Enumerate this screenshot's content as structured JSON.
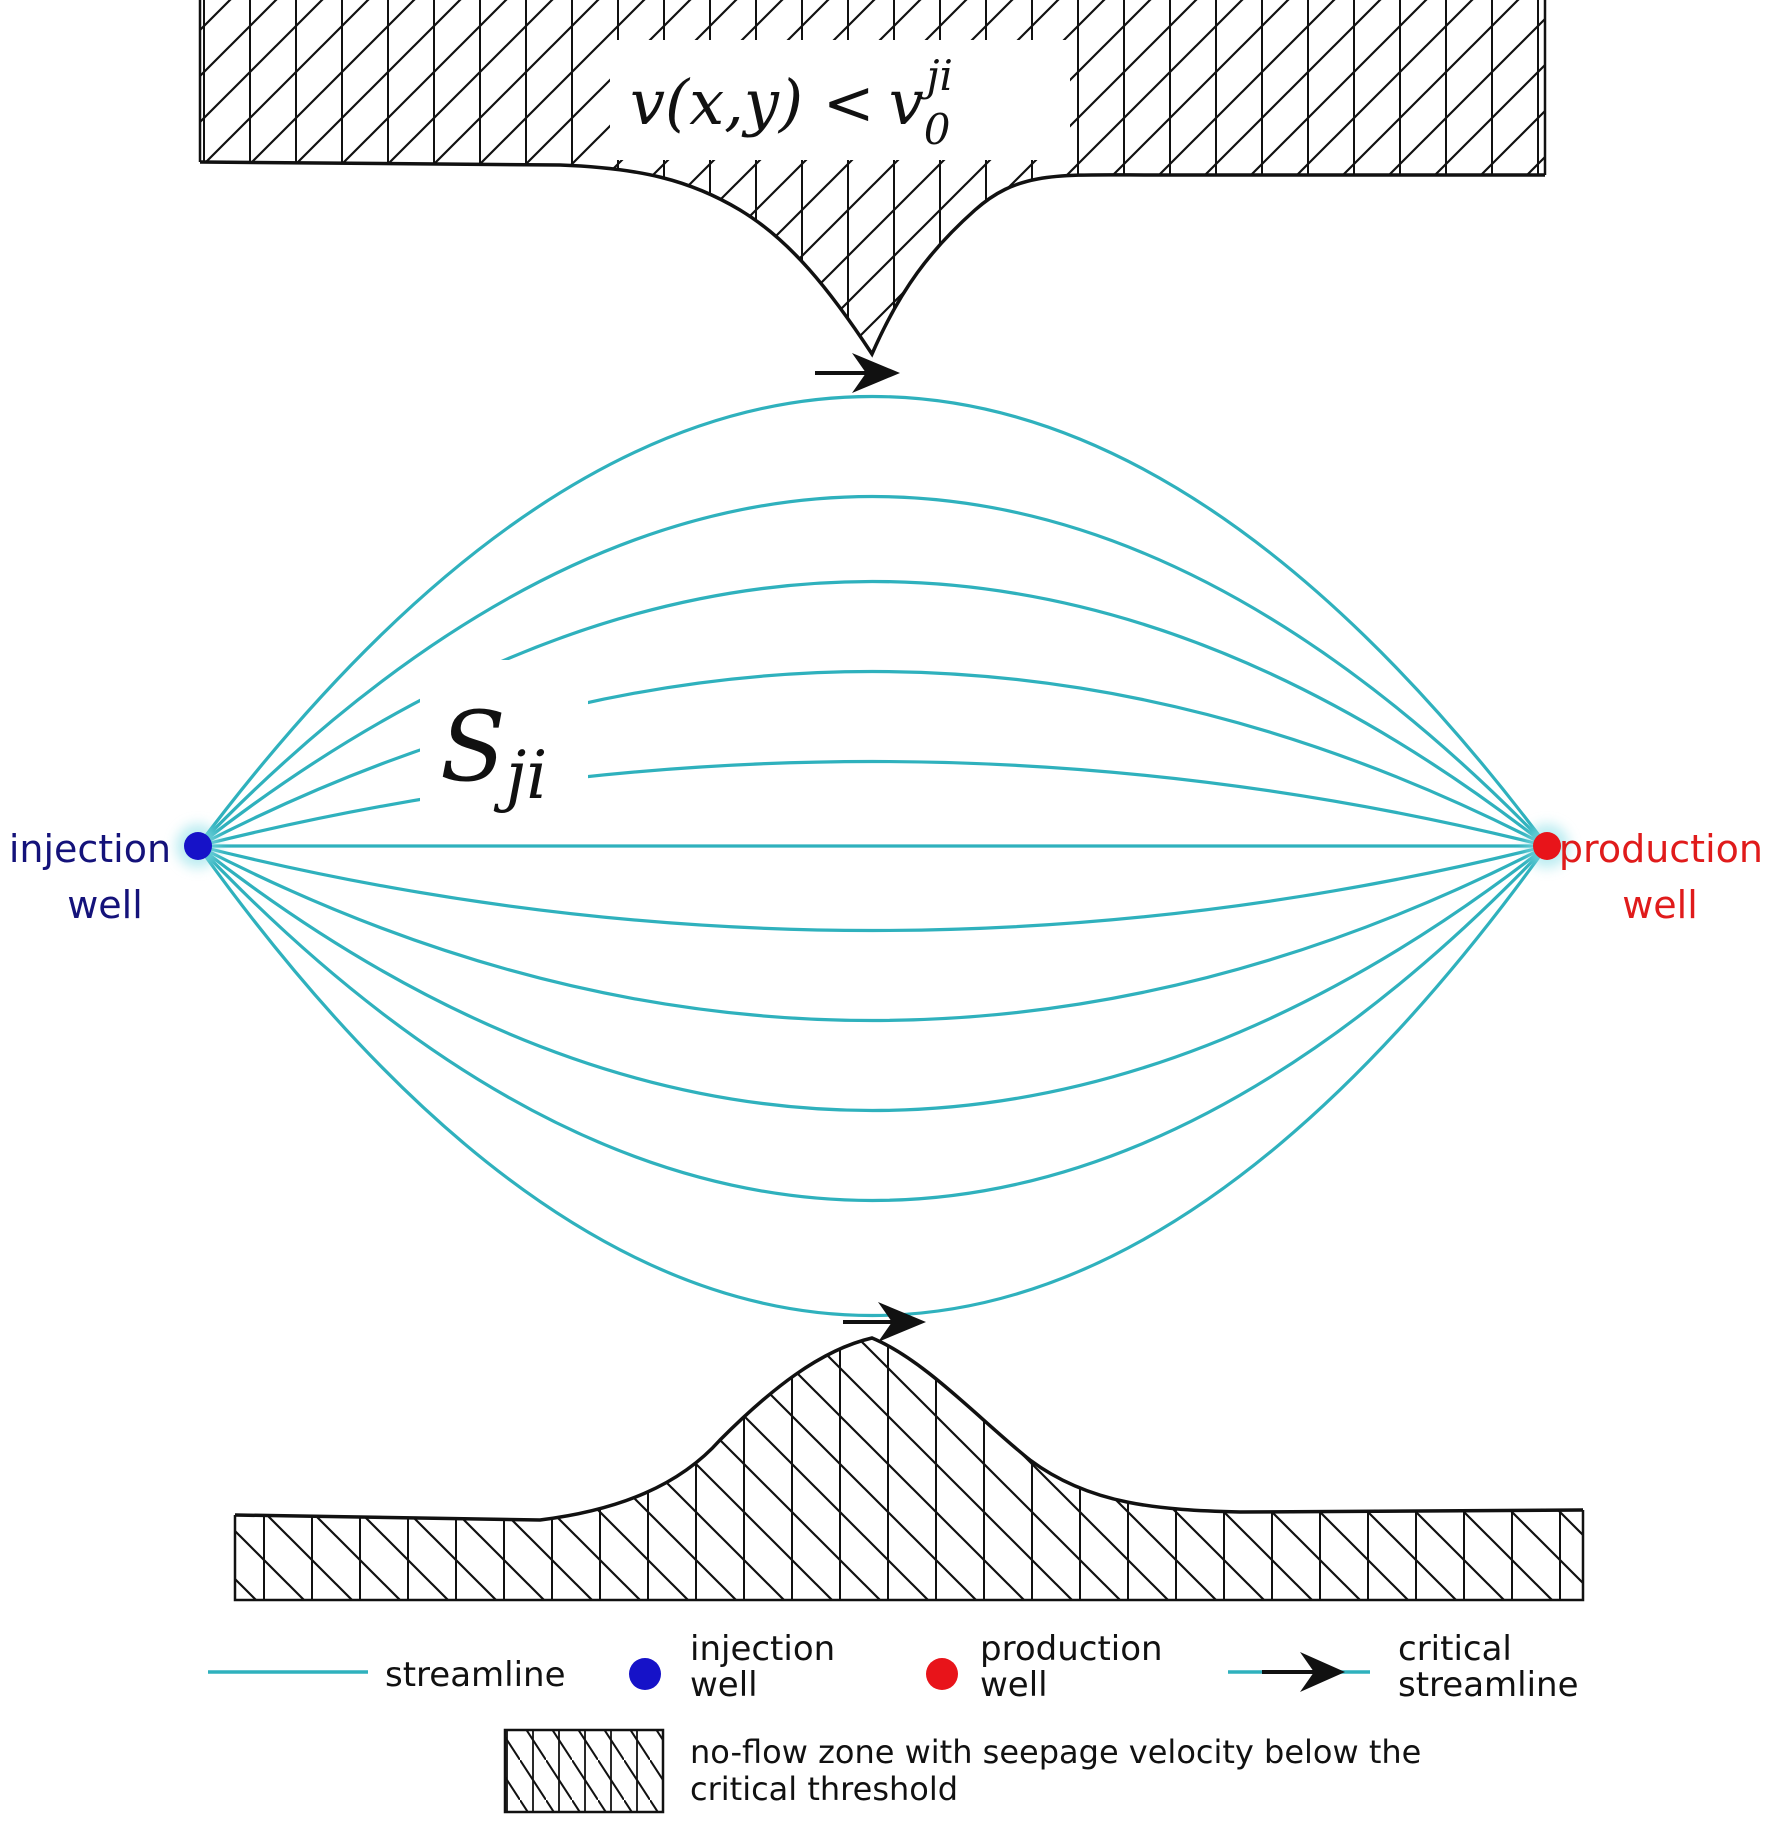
{
  "colors": {
    "streamline": "#2fb1bd",
    "injection": "#1612c8",
    "production": "#e8141a",
    "ink": "#111111",
    "injection_text": "#14127a",
    "production_text": "#e01b1b"
  },
  "formula": {
    "lhs": "v(x,y) <",
    "var": "v",
    "sub": "0",
    "sup": "ji"
  },
  "region": {
    "main": "S",
    "sub": "ji"
  },
  "wells": {
    "injection": {
      "line1": "injection",
      "line2": "well"
    },
    "production": {
      "line1": "production",
      "line2": "well"
    }
  },
  "legend": {
    "streamline": "streamline",
    "injection_line1": "injection",
    "injection_line2": "well",
    "production_line1": "production",
    "production_line2": "well",
    "critical_line1": "critical",
    "critical_line2": "streamline",
    "noflow_line1": "no-flow zone with seepage velocity below the",
    "noflow_line2": "critical threshold"
  }
}
